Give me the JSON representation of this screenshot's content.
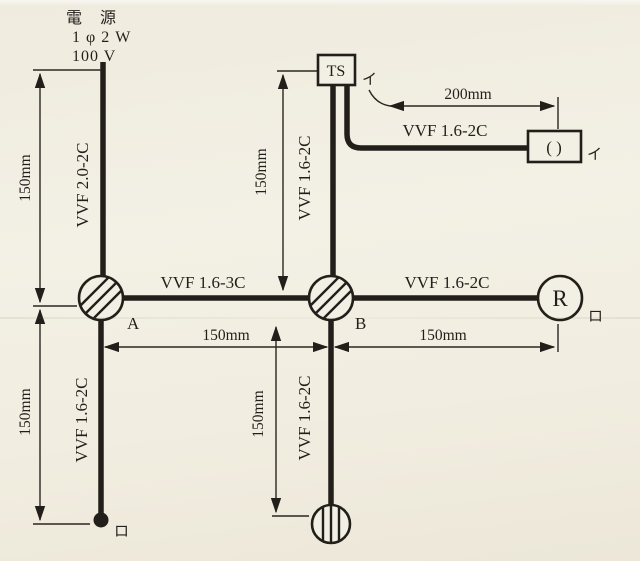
{
  "colors": {
    "paper": "#f1ede1",
    "ink": "#221f1b"
  },
  "source": {
    "name": "電　源",
    "phase": "1 φ 2 W",
    "voltage": "100 V"
  },
  "junction_boxes": {
    "a": "A",
    "b": "B"
  },
  "devices": {
    "timer_switch": "TS",
    "blank_box": "( )",
    "lamp_receptacle": "R"
  },
  "cables": {
    "source_feed": "VVF 2.0-2C",
    "a_to_b": "VVF 1.6-3C",
    "b_to_ts": "VVF 1.6-2C",
    "ts_to_box": "VVF 1.6-2C",
    "b_to_r": "VVF 1.6-2C",
    "a_drop": "VVF 1.6-2C",
    "b_drop": "VVF 1.6-2C"
  },
  "dimensions": {
    "source_to_a": "150mm",
    "a_drop": "150mm",
    "ts_riser": "150mm",
    "ts_to_box": "200mm",
    "a_to_b": "150mm",
    "b_to_r": "150mm",
    "b_drop": "150mm"
  },
  "circuit_marks": {
    "ts_mark": "イ",
    "box_mark": "イ",
    "lamp_mark": "ロ",
    "drop_mark": "ロ"
  }
}
